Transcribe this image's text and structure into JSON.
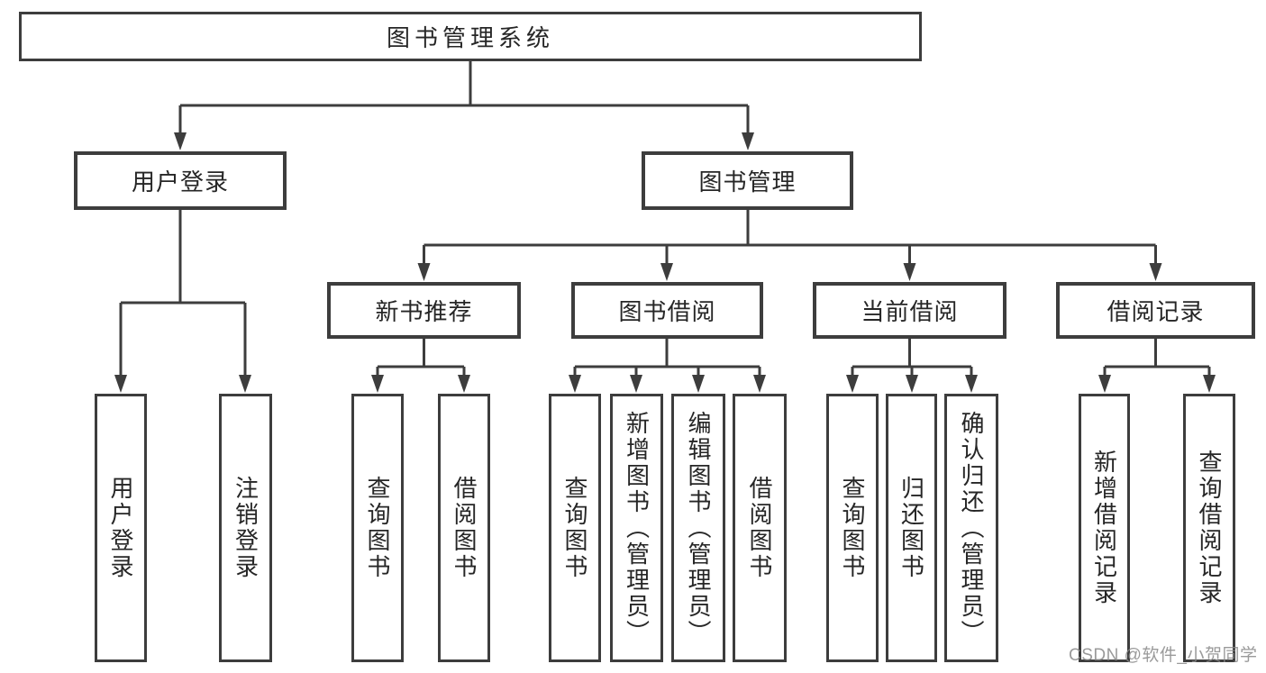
{
  "colors": {
    "line": "#3d3d3d",
    "box_border": "#3d3d3d",
    "text": "#262626",
    "background": "#ffffff",
    "watermark": "#888888"
  },
  "tree": {
    "root": {
      "label": "图书管理系统"
    },
    "branches": [
      {
        "label": "用户登录",
        "children": [
          {
            "label": "用户登录"
          },
          {
            "label": "注销登录"
          }
        ]
      },
      {
        "label": "图书管理",
        "children": [
          {
            "label": "新书推荐",
            "children": [
              {
                "label": "查询图书"
              },
              {
                "label": "借阅图书"
              }
            ]
          },
          {
            "label": "图书借阅",
            "children": [
              {
                "label": "查询图书"
              },
              {
                "label": "新增图书（管理员）"
              },
              {
                "label": "编辑图书（管理员）"
              },
              {
                "label": "借阅图书"
              }
            ]
          },
          {
            "label": "当前借阅",
            "children": [
              {
                "label": "查询图书"
              },
              {
                "label": "归还图书"
              },
              {
                "label": "确认归还（管理员）"
              }
            ]
          },
          {
            "label": "借阅记录",
            "children": [
              {
                "label": "新增借阅记录"
              },
              {
                "label": "查询借阅记录"
              }
            ]
          }
        ]
      }
    ]
  },
  "watermark": {
    "text": "CSDN @软件_小贺同学"
  }
}
